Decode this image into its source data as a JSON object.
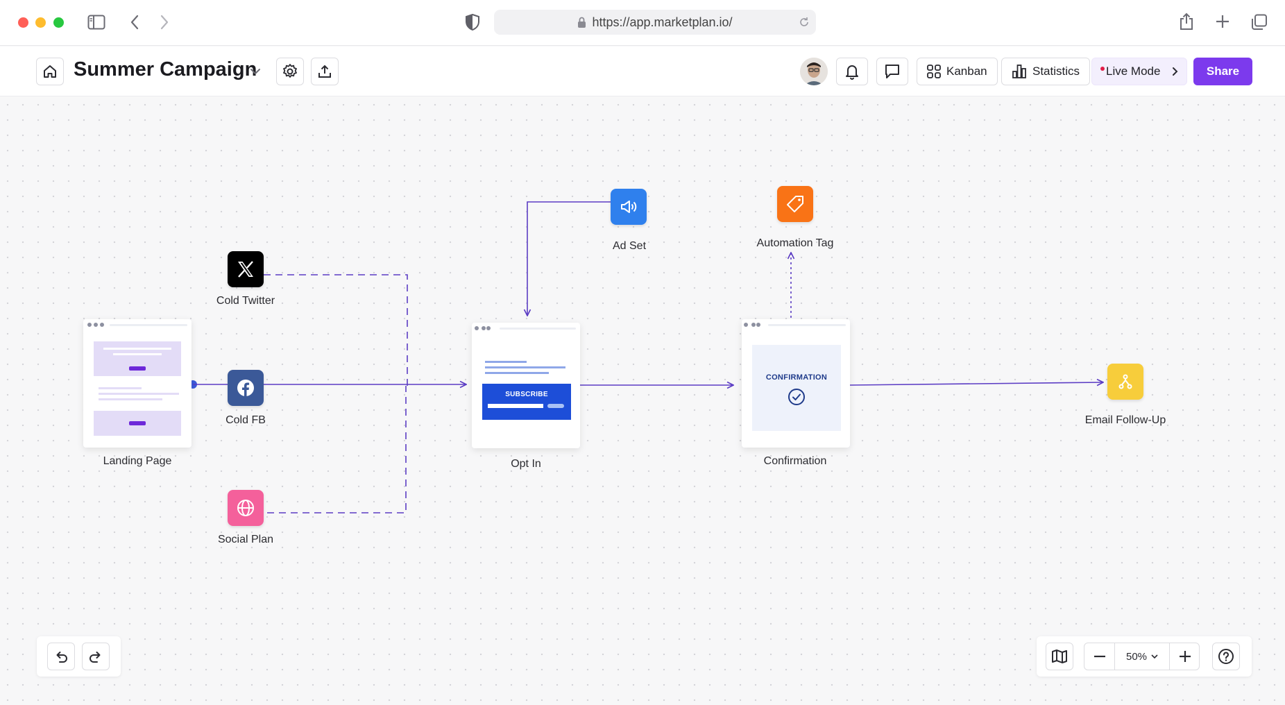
{
  "browser": {
    "url": "https://app.marketplan.io/"
  },
  "header": {
    "title": "Summer Campaign",
    "kanban_label": "Kanban",
    "statistics_label": "Statistics",
    "live_mode_label": "Live Mode",
    "share_label": "Share",
    "accent_color": "#7c3aed",
    "live_dot_color": "#e11d48"
  },
  "nodes": {
    "cold_twitter": {
      "label": "Cold Twitter",
      "icon": "x-logo-icon",
      "color": "#000000"
    },
    "cold_fb": {
      "label": "Cold FB",
      "icon": "facebook-icon",
      "color": "#3b5998"
    },
    "social_plan": {
      "label": "Social Plan",
      "icon": "globe-icon",
      "color": "#f4609b"
    },
    "ad_set": {
      "label": "Ad Set",
      "icon": "megaphone-icon",
      "color": "#2f80ed"
    },
    "automation_tag": {
      "label": "Automation Tag",
      "icon": "tag-icon",
      "color": "#f97316"
    },
    "email_followup": {
      "label": "Email Follow-Up",
      "icon": "branch-icon",
      "color": "#f7cd3b"
    },
    "landing_page": {
      "label": "Landing Page"
    },
    "opt_in": {
      "label": "Opt In",
      "button_text": "SUBSCRIBE"
    },
    "confirmation": {
      "label": "Confirmation",
      "card_text": "CONFIRMATION"
    }
  },
  "edge_color": "#5b3cc4",
  "zoom": {
    "level": "50%"
  }
}
